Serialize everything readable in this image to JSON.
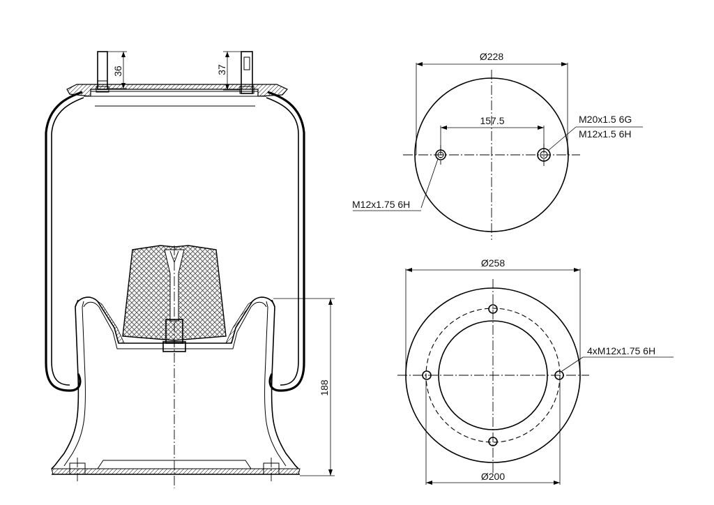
{
  "side_view": {
    "stud_height_left": "36",
    "stud_height_right": "37",
    "piston_height": "188"
  },
  "top_view": {
    "diameter": "Ø228",
    "hole_spacing": "157.5",
    "thread_upper_1": "M20x1.5 6G",
    "thread_upper_2": "M12x1.5 6H",
    "thread_lower": "M12x1.75 6H"
  },
  "bottom_view": {
    "outer_diameter": "Ø258",
    "bolt_circle_diameter": "Ø200",
    "bolt_thread": "4xM12x1.75 6H"
  }
}
